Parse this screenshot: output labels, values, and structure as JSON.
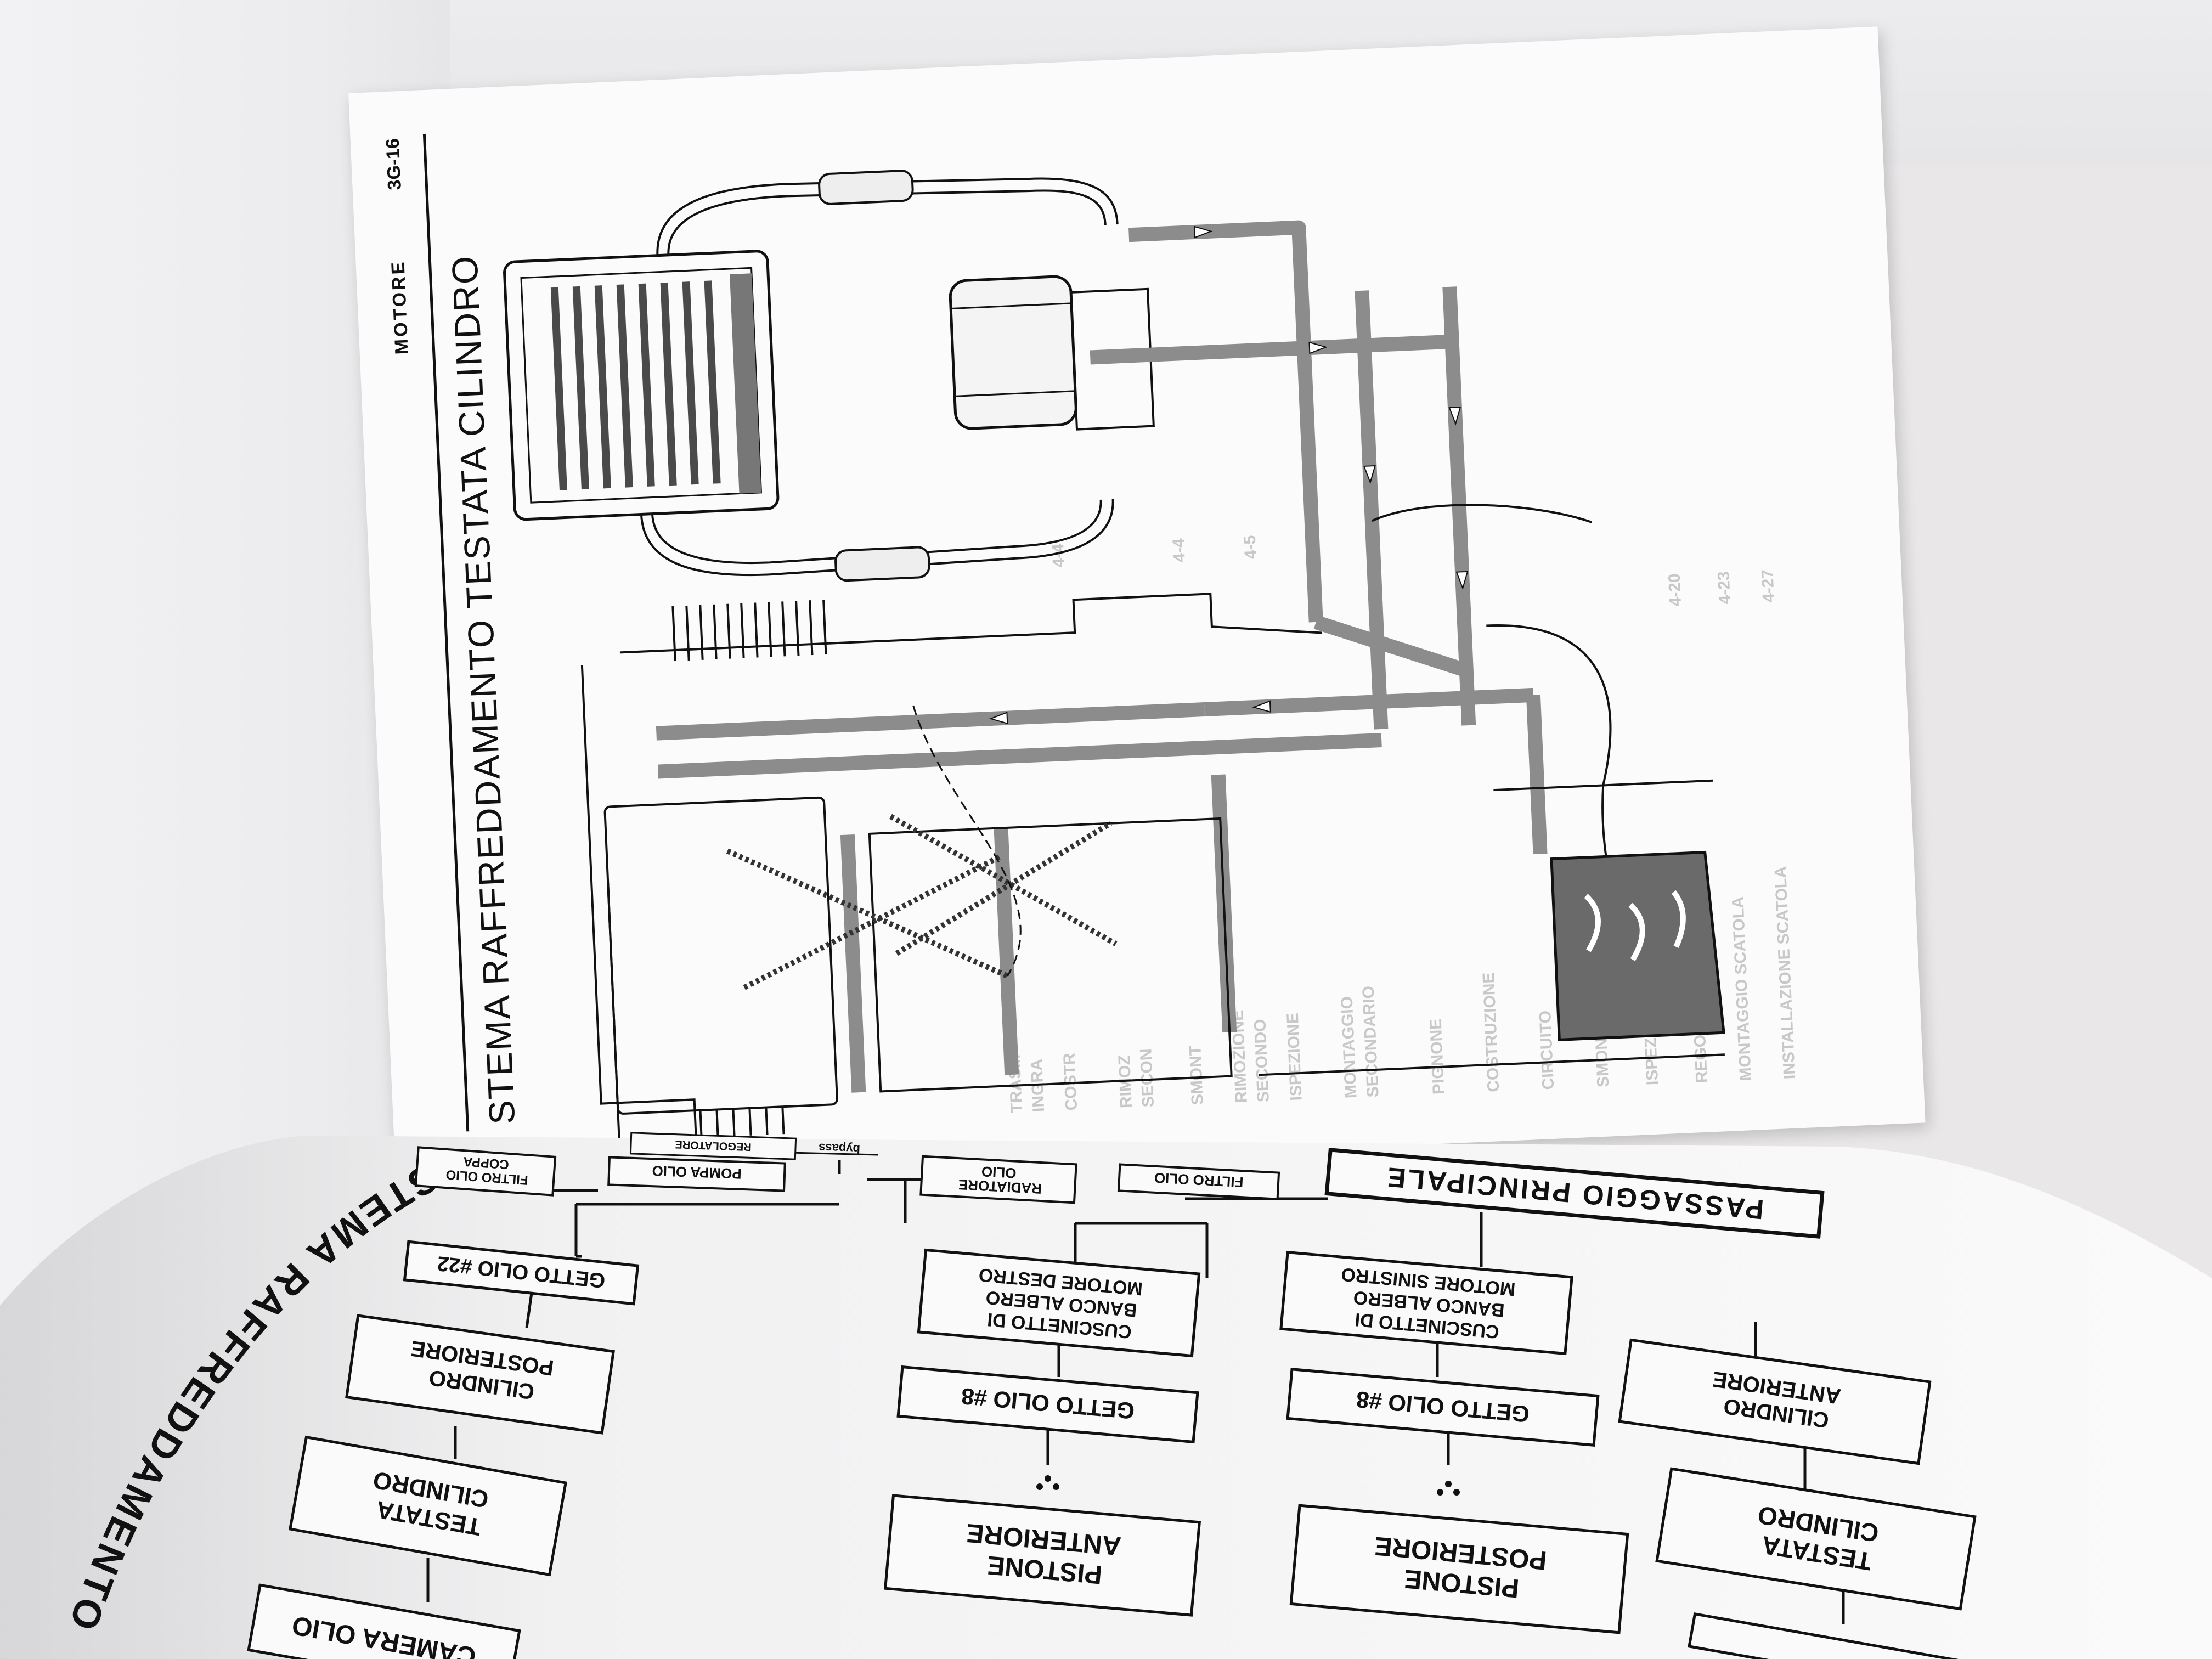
{
  "upper_page": {
    "header_label": "MOTORE",
    "page_number": "3G-16",
    "title": "STEMA RAFFREDDAMENTO TESTATA CILINDRO",
    "ghost_lines": [
      "TRASM",
      "INGRA",
      "COSTR",
      "RIMOZ",
      "SECON",
      "SMONT",
      "RIMOZIONE",
      "SECONDO",
      "ISPEZIONE",
      "MONTAGGIO",
      "SECONDARIO",
      "PIGNONE",
      "COSTRUZIONE",
      "CIRCUITO",
      "SMONTAGGIO",
      "ISPEZIONE",
      "REGOLAZIONE SPESSORI",
      "MONTAGGIO SCATOLA",
      "INSTALLAZIONE SCATOLA"
    ],
    "ghost_numbers": [
      "4-4",
      "4-4",
      "4-5",
      "4-20",
      "4-23",
      "4-27"
    ]
  },
  "lower_page": {
    "title": "STEMA RAFFREDDAMENTO TESTATA C",
    "boxes": {
      "main_passage": "PASSAGGIO PRINCIPALE",
      "oil_filter": "FILTRO OLIO",
      "oil_radiator": [
        "RADIATORE",
        "OLIO"
      ],
      "bypass": "bypass",
      "oil_pump": "POMPA OLIO",
      "sump_filter": [
        "FILTRO OLIO",
        "COPPA"
      ],
      "regulator": "REGOLATORE",
      "jet_22": "GETTO OLIO #22",
      "rear_cylinder": [
        "CILINDRO",
        "POSTERIORE"
      ],
      "head_left": [
        "TESTATA",
        "CILINDRO"
      ],
      "oil_chamber": "CAMERA OLIO",
      "bearing_right": [
        "CUSCINETTO DI",
        "BANCO ALBERO",
        "MOTORE DESTRO"
      ],
      "jet_8_a": "GETTO OLIO #8",
      "piston_front": [
        "PISTONE",
        "ANTERIORE"
      ],
      "bearing_left": [
        "CUSCINETTO DI",
        "BANCO ALBERO",
        "MOTORE SINISTRO"
      ],
      "jet_8_b": "GETTO OLIO #8",
      "piston_rear": [
        "PISTONE",
        "POSTERIORE"
      ],
      "front_cylinder": [
        "CILINDRO",
        "ANTERIORE"
      ],
      "head_right": [
        "TESTATA",
        "CILINDRO"
      ]
    }
  },
  "colors": {
    "paper": "#fbfbfb",
    "ink": "#111111",
    "flow_channel": "#8c8c8c",
    "radiator_fins": "#4a4a4a",
    "background": "#e9e7e8"
  }
}
